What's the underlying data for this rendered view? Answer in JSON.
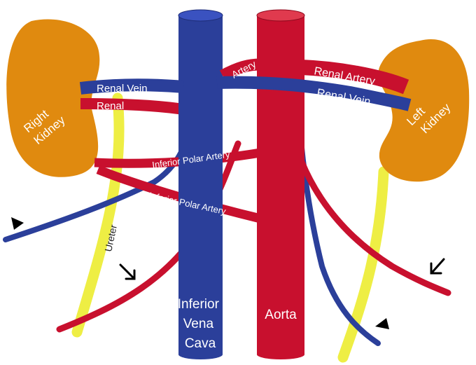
{
  "colors": {
    "background": "#ffffff",
    "kidney": "#e08a0f",
    "vein": "#2b3f9a",
    "artery": "#c8102e",
    "ureter": "#eeee44",
    "label": "#ffffff",
    "arrow": "#000000"
  },
  "labels": {
    "right_kidney": [
      "Right",
      "Kidney"
    ],
    "left_kidney": [
      "Left",
      "Kidney"
    ],
    "ivc": [
      "Inferior",
      "Vena",
      "Cava"
    ],
    "aorta": "Aorta",
    "renal_vein_right": "Renal Vein",
    "renal_vein_left": "Renal Vein",
    "renal_artery_left": "Renal Artery",
    "renal_right": "Renal",
    "artery_top": "Artery",
    "inferior_polar_artery_1": "Inferior Polar Artery",
    "inferior_polar_artery_2": "Inferior Polar Artery",
    "ureter": "Ureter"
  },
  "markers": {
    "arrowhead_left": "arrowhead-icon",
    "arrowhead_right": "arrowhead-icon",
    "arrow_left": "arrow-icon",
    "arrow_right": "arrow-icon"
  }
}
